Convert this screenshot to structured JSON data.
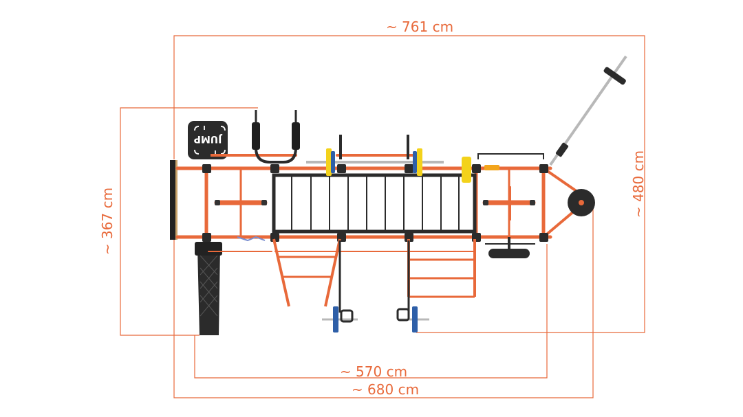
{
  "colors": {
    "frame": "#e8693a",
    "dimension": "#e8693a",
    "steel": "#2b2b2b",
    "plate_blue": "#2e5fa8",
    "plate_yellow": "#f3d21b",
    "chrome": "#b8b8b8",
    "background": "#ffffff"
  },
  "dimensions": {
    "overall_length": "~ 761 cm",
    "overall_width": "~ 480 cm",
    "frame_width": "~ 367 cm",
    "inner_length": "~ 570 cm",
    "base_length": "~ 680 cm"
  },
  "jump_box": {
    "label": "JUMP"
  },
  "icons": [
    "jump-box-icon",
    "barbell-icon",
    "weight-plate-icon",
    "climbing-rope-icon",
    "pull-up-grid-icon",
    "ladder-icon"
  ]
}
